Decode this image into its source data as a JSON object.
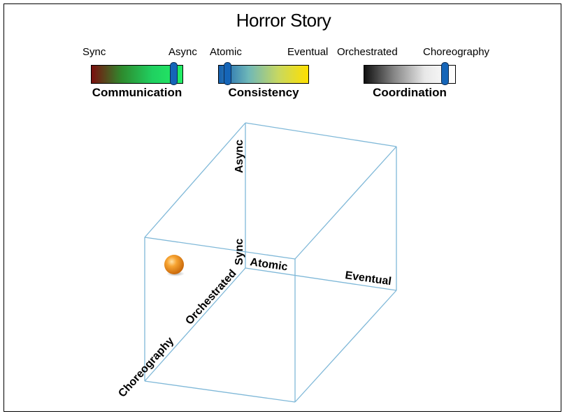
{
  "title": "Horror Story",
  "scales": [
    {
      "name": "Communication",
      "left_label": "Sync",
      "right_label": "Async",
      "gradient": [
        "#7a0e0e",
        "#2e8b2e",
        "#20d060",
        "#22ee66"
      ],
      "position": 0.9,
      "slider_color": "#1565b8"
    },
    {
      "name": "Consistency",
      "left_label": "Atomic",
      "right_label": "Eventual",
      "gradient": [
        "#1560b0",
        "#6fb8b8",
        "#c8d860",
        "#ffe000"
      ],
      "position": 0.1,
      "slider_color": "#1565b8"
    },
    {
      "name": "Coordination",
      "left_label": "Orchestrated",
      "right_label": "Choreography",
      "gradient": [
        "#101010",
        "#888888",
        "#e8e8e8",
        "#ffffff"
      ],
      "position": 0.88,
      "slider_color": "#1565b8"
    }
  ],
  "cube": {
    "edge_color": "#7fb8d8",
    "ball_color": "#f08c10",
    "labels": {
      "async": "Async",
      "sync": "Sync",
      "atomic": "Atomic",
      "eventual": "Eventual",
      "orchestrated": "Orchestrated",
      "choreography": "Choreography"
    }
  }
}
